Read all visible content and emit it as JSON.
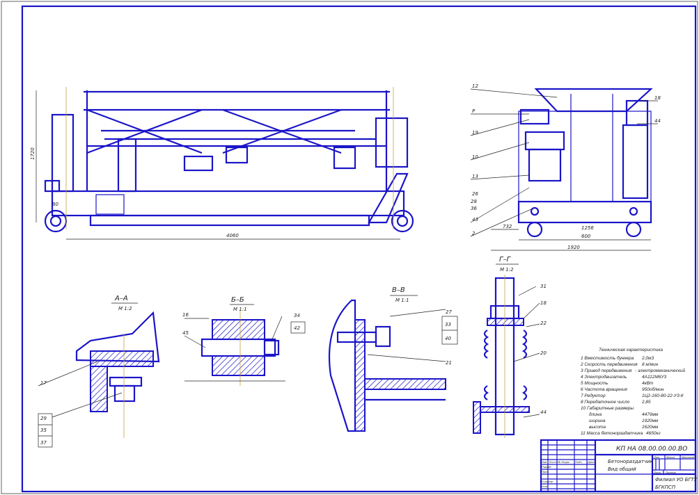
{
  "sections": {
    "aa": {
      "title": "А–А",
      "scale": "М 1:2"
    },
    "bb": {
      "title": "Б–Б",
      "scale": "М 1:1"
    },
    "vv": {
      "title": "В–В",
      "scale": "М 1:1"
    },
    "gg": {
      "title": "Г–Г",
      "scale": "М 1:2"
    }
  },
  "dimensions": {
    "main_length": "4060",
    "main_height": "1720",
    "side_width": "1920",
    "side_inner": "1256",
    "side_mid": "600",
    "side_left": "732",
    "main_small": "80"
  },
  "callouts": {
    "side": [
      "12",
      "Р",
      "19",
      "10",
      "13",
      "26",
      "28",
      "36",
      "43",
      "2",
      "18",
      "44"
    ],
    "aa": [
      "17",
      "29",
      "35",
      "37"
    ],
    "bb": [
      "16",
      "45",
      "34",
      "42"
    ],
    "vv": [
      "27",
      "33",
      "40",
      "21"
    ],
    "gg": [
      "31",
      "18",
      "22",
      "20",
      "44"
    ]
  },
  "tech": {
    "title": "Техническая характеристика",
    "rows": [
      {
        "label": "1 Вместимость бункера",
        "value": "2,0м3"
      },
      {
        "label": "2 Скорость передвижения",
        "value": "8 м/мин"
      },
      {
        "label": "3 Привод передвижения",
        "value": "- электромеханический"
      },
      {
        "label": "4 Электродвигатель",
        "value": "4А112М6У3"
      },
      {
        "label": "5 Мощность",
        "value": "4кВт"
      },
      {
        "label": "6 Частота вращения",
        "value": "950об/мин"
      },
      {
        "label": "7 Редуктор",
        "value": "1Ц2-160-80-22-У3-К"
      },
      {
        "label": "8 Передаточное число",
        "value": "2,85"
      },
      {
        "label": "10 Габаритные размеры",
        "value": ""
      },
      {
        "label": "длина",
        "value": "4479мм"
      },
      {
        "label": "ширина",
        "value": "1920мм"
      },
      {
        "label": "высота",
        "value": "1620мм"
      },
      {
        "label": "11 Масса бетонораздатчика",
        "value": "4650кг"
      }
    ]
  },
  "title_block": {
    "doc_code": "КП НА 08.00.00.00.ВО",
    "name": "Бетонораздатчик",
    "view": "Вид общий",
    "org_line1": "Филиал УО БГТУ",
    "org_line2": "БГКПСП",
    "col_labels": [
      "Изм",
      "Лист",
      "№ докум.",
      "Подп.",
      "Дата",
      "Разраб.",
      "Пров.",
      "Н.контр.",
      "Утв."
    ],
    "right_labels": [
      "Лит.",
      "Масса",
      "Масштаб",
      "Лист",
      "Листов"
    ]
  }
}
